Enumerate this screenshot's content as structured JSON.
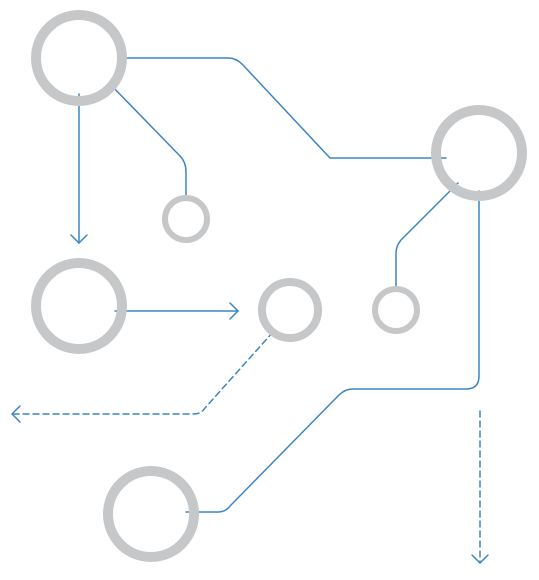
{
  "diagram": {
    "colors": {
      "node": "#c6c7c8",
      "connector": "#3b85c4",
      "background": "#ffffff"
    },
    "nodes": [
      {
        "id": "node-large-top-left",
        "size": "large"
      },
      {
        "id": "node-small-upper-middle",
        "size": "small"
      },
      {
        "id": "node-large-right",
        "size": "large"
      },
      {
        "id": "node-large-middle-left",
        "size": "large"
      },
      {
        "id": "node-medium-center",
        "size": "medium"
      },
      {
        "id": "node-small-right",
        "size": "small"
      },
      {
        "id": "node-large-bottom",
        "size": "large"
      }
    ],
    "connectors": [
      {
        "id": "connector-top-left-to-right",
        "style": "solid",
        "arrow": false
      },
      {
        "id": "connector-top-left-to-small-node",
        "style": "solid",
        "arrow": false
      },
      {
        "id": "connector-top-left-down-arrow",
        "style": "solid",
        "arrow": true,
        "direction": "down"
      },
      {
        "id": "connector-middle-left-right-arrow",
        "style": "solid",
        "arrow": true,
        "direction": "right"
      },
      {
        "id": "connector-right-to-small-right-node",
        "style": "solid",
        "arrow": false
      },
      {
        "id": "connector-right-to-bottom-node",
        "style": "solid",
        "arrow": false
      },
      {
        "id": "connector-center-dashed-left-arrow",
        "style": "dashed",
        "arrow": true,
        "direction": "left"
      },
      {
        "id": "connector-dashed-down-arrow",
        "style": "dashed",
        "arrow": true,
        "direction": "down"
      }
    ]
  }
}
